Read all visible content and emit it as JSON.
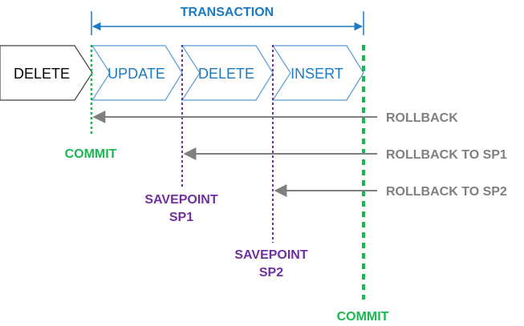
{
  "transaction_label": "TRANSACTION",
  "steps": [
    {
      "label": "DELETE",
      "in_transaction": false
    },
    {
      "label": "UPDATE",
      "in_transaction": true
    },
    {
      "label": "DELETE",
      "in_transaction": true
    },
    {
      "label": "INSERT",
      "in_transaction": true
    }
  ],
  "commit_labels": {
    "start": "COMMIT",
    "end": "COMMIT"
  },
  "savepoints": [
    {
      "line1": "SAVEPOINT",
      "line2": "SP1"
    },
    {
      "line1": "SAVEPOINT",
      "line2": "SP2"
    }
  ],
  "rollbacks": [
    {
      "label": "ROLLBACK"
    },
    {
      "label": "ROLLBACK TO SP1"
    },
    {
      "label": "ROLLBACK TO SP2"
    }
  ],
  "colors": {
    "transaction_blue": "#1a7ac4",
    "step_border_blue": "#5b9bd5",
    "commit_green": "#1ab850",
    "savepoint_purple": "#7030a0",
    "rollback_gray": "#7f7f7f",
    "outer_step_border": "#404040",
    "text_dark": "#000000"
  }
}
